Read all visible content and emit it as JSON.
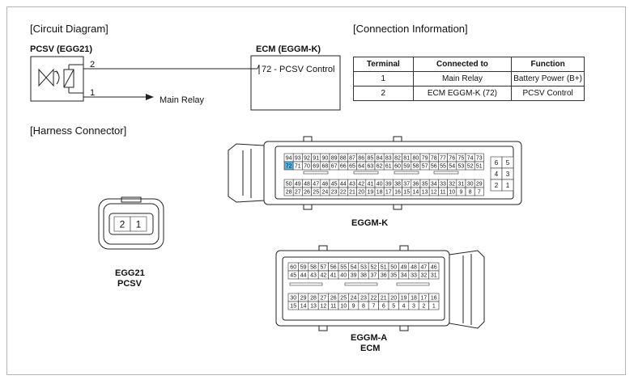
{
  "headers": {
    "circuit": "[Circuit Diagram]",
    "connection": "[Connection Information]",
    "harness": "[Harness Connector]"
  },
  "circuit": {
    "pcsv_label": "PCSV (EGG21)",
    "ecm_label": "ECM (EGGM-K)",
    "pin2": "2",
    "pin1": "1",
    "ecm_pin": "72 - PCSV Control",
    "main_relay": "Main Relay"
  },
  "table": {
    "headers": [
      "Terminal",
      "Connected to",
      "Function"
    ],
    "rows": [
      [
        "1",
        "Main Relay",
        "Battery Power (B+)"
      ],
      [
        "2",
        "ECM EGGM-K (72)",
        "PCSV Control"
      ]
    ]
  },
  "harness": {
    "egg21_pins": [
      "2",
      "1"
    ],
    "egg21_label1": "EGG21",
    "egg21_label2": "PCSV",
    "eggm_k_label": "EGGM-K",
    "eggm_a_label1": "EGGM-A",
    "eggm_a_label2": "ECM",
    "eggm_k_rows": [
      [
        "94",
        "93",
        "92",
        "91",
        "90",
        "89",
        "88",
        "87",
        "86",
        "85",
        "84",
        "83",
        "82",
        "81",
        "80",
        "79",
        "78",
        "77",
        "76",
        "75",
        "74",
        "73"
      ],
      [
        "72",
        "71",
        "70",
        "69",
        "68",
        "67",
        "66",
        "65",
        "64",
        "63",
        "62",
        "61",
        "60",
        "59",
        "58",
        "57",
        "56",
        "55",
        "54",
        "53",
        "52",
        "51"
      ],
      [
        "50",
        "49",
        "48",
        "47",
        "46",
        "45",
        "44",
        "43",
        "42",
        "41",
        "40",
        "39",
        "38",
        "37",
        "36",
        "35",
        "34",
        "33",
        "32",
        "31",
        "30",
        "29"
      ],
      [
        "28",
        "27",
        "26",
        "25",
        "24",
        "23",
        "22",
        "21",
        "20",
        "19",
        "18",
        "17",
        "16",
        "15",
        "14",
        "13",
        "12",
        "11",
        "10",
        "9",
        "8",
        "7"
      ]
    ],
    "eggm_k_side": [
      [
        "6",
        "5"
      ],
      [
        "4",
        "3"
      ],
      [
        "2",
        "1"
      ]
    ],
    "eggm_a_rows": [
      [
        "60",
        "59",
        "58",
        "57",
        "56",
        "55",
        "54",
        "53",
        "52",
        "51",
        "50",
        "49",
        "48",
        "47",
        "46"
      ],
      [
        "45",
        "44",
        "43",
        "42",
        "41",
        "40",
        "39",
        "38",
        "37",
        "36",
        "35",
        "34",
        "33",
        "32",
        "31"
      ],
      [
        "30",
        "29",
        "28",
        "27",
        "26",
        "25",
        "24",
        "23",
        "22",
        "21",
        "20",
        "19",
        "18",
        "17",
        "16"
      ],
      [
        "15",
        "14",
        "13",
        "12",
        "11",
        "10",
        "9",
        "8",
        "7",
        "6",
        "5",
        "4",
        "3",
        "2",
        "1"
      ]
    ],
    "highlight_pin": "72",
    "highlight_color": "#4fb3e6"
  }
}
